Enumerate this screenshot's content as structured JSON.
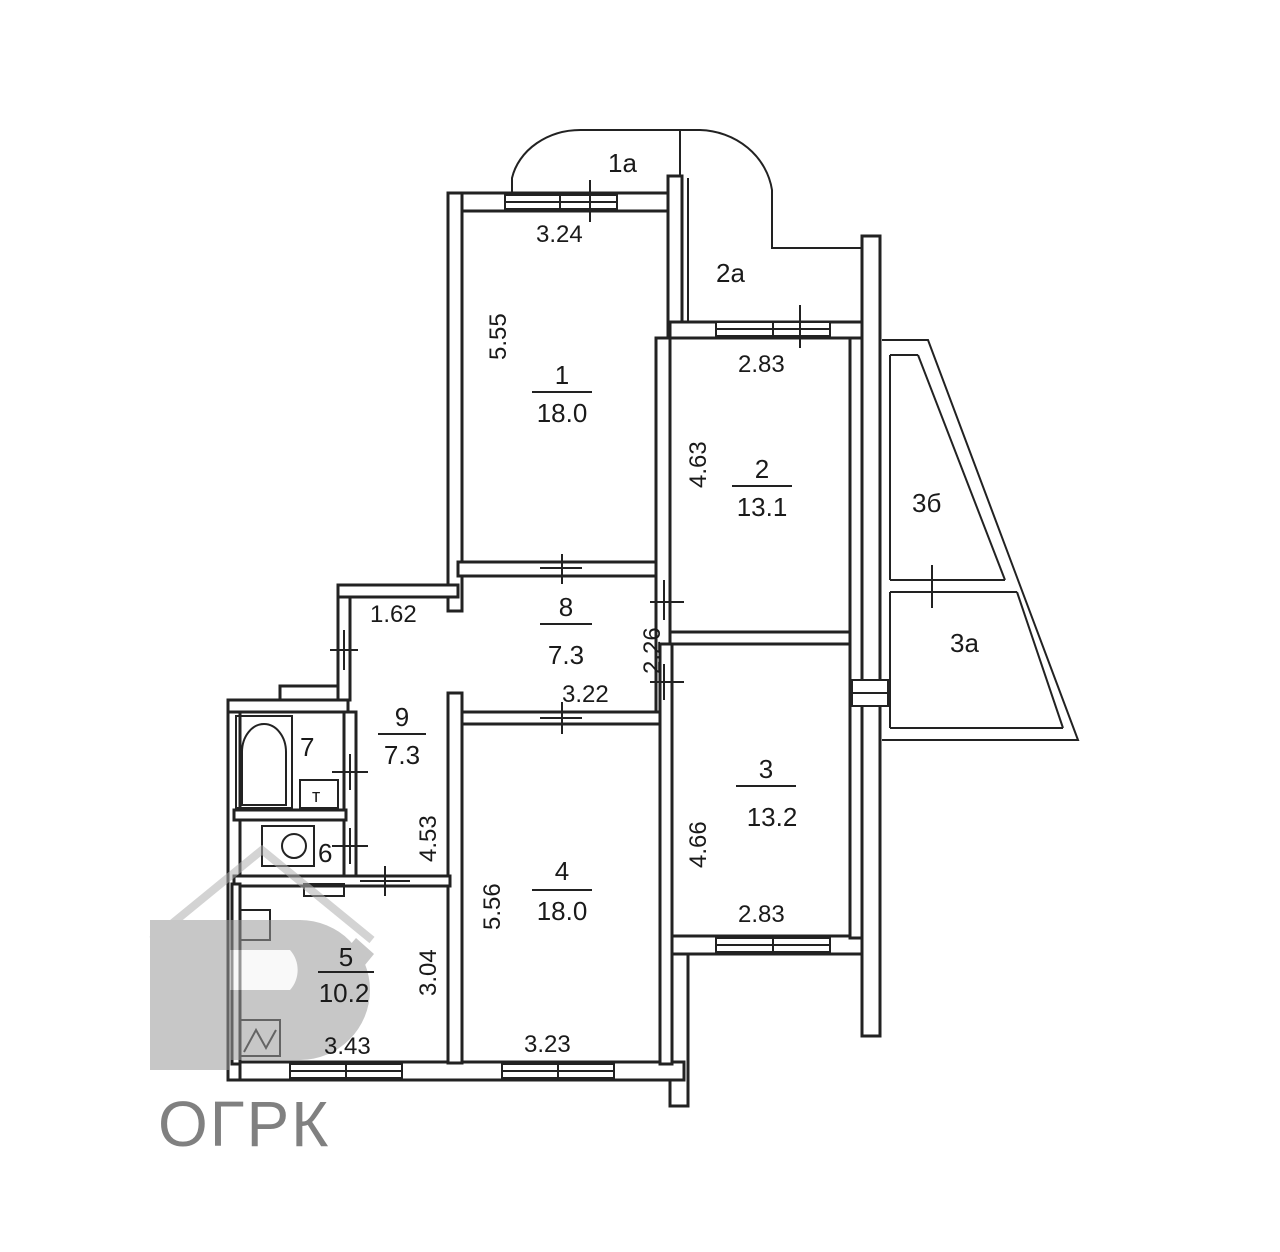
{
  "rooms": [
    {
      "id": "1",
      "number": "1",
      "area": "18.0"
    },
    {
      "id": "2",
      "number": "2",
      "area": "13.1"
    },
    {
      "id": "3",
      "number": "3",
      "area": "13.2"
    },
    {
      "id": "4",
      "number": "4",
      "area": "18.0"
    },
    {
      "id": "5",
      "number": "5",
      "area": "10.2"
    },
    {
      "id": "6",
      "number": "6",
      "area": ""
    },
    {
      "id": "7",
      "number": "7",
      "area": ""
    },
    {
      "id": "8",
      "number": "8",
      "area": "7.3"
    },
    {
      "id": "9",
      "number": "9",
      "area": "7.3"
    }
  ],
  "balconies": [
    "1а",
    "2а",
    "3а",
    "3б"
  ],
  "dimensions": {
    "room1_width": "3.24",
    "room1_length": "5.55",
    "room2_width": "2.83",
    "room2_length": "4.63",
    "room3_width": "2.83",
    "room3_length": "4.66",
    "room4_width": "3.23",
    "room4_length": "5.56",
    "room5_width": "3.43",
    "room5_length": "3.04",
    "room8_width": "3.22",
    "room8_length": "2.26",
    "room9_width": "1.62",
    "room9_length": "4.53"
  },
  "watermark": {
    "text": "ОГРК",
    "color": "#9a9a9a"
  },
  "colors": {
    "wall": "#222222",
    "background": "#ffffff"
  }
}
